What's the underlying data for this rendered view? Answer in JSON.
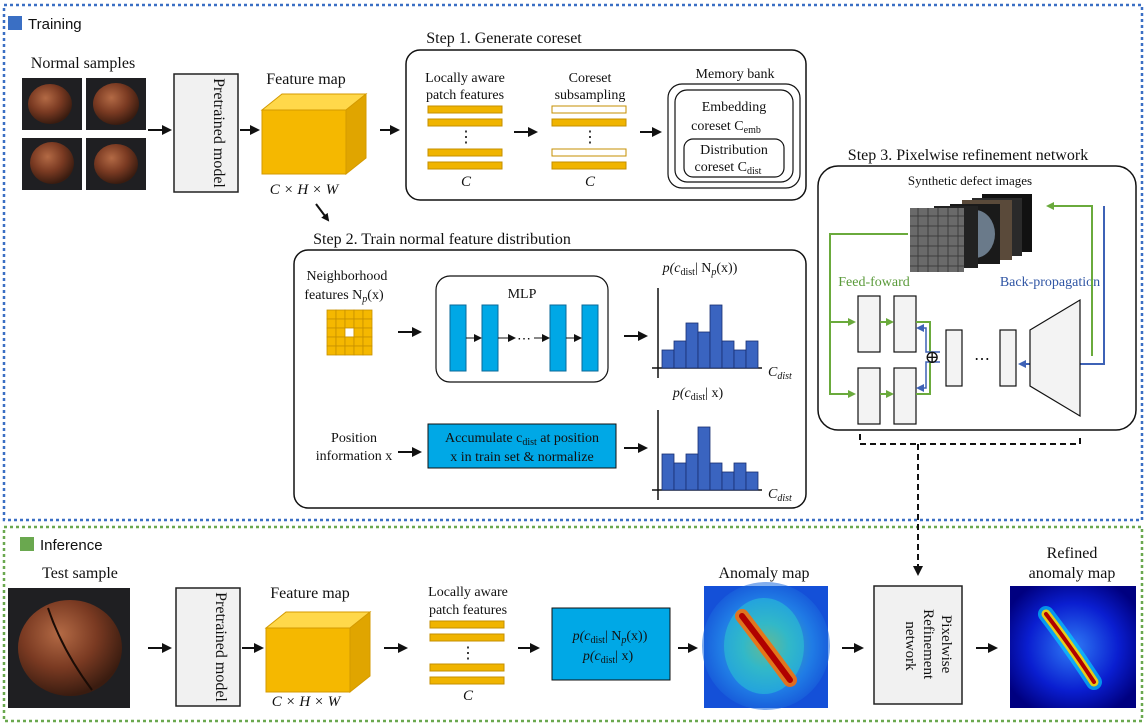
{
  "sections": {
    "training": {
      "label": "Training",
      "color": "#3a6fc4"
    },
    "inference": {
      "label": "Inference",
      "color": "#6aa84f"
    }
  },
  "training": {
    "normal_samples_label": "Normal samples",
    "pretrained_model_label": "Pretrained model",
    "feature_map_label": "Feature map",
    "feature_dims_label": "C × H × W",
    "step1": {
      "title": "Step 1. Generate coreset",
      "patch_features_label": [
        "Locally aware",
        "patch features"
      ],
      "coreset_label": [
        "Coreset",
        "subsampling"
      ],
      "c_label": "C",
      "memory_bank_label": "Memory bank",
      "embedding_coreset_label": [
        "Embedding",
        "coreset C"
      ],
      "embedding_sub": "emb",
      "distribution_coreset_label": [
        "Distribution",
        "coreset C"
      ],
      "distribution_sub": "dist",
      "vdots": "⋮"
    },
    "step2": {
      "title": "Step 2. Train normal feature distribution",
      "neighborhood_label": [
        "Neighborhood",
        "features N"
      ],
      "np_sub": "p",
      "np_arg": "(x)",
      "mlp_label": "MLP",
      "hist1_title": "p(c",
      "hist1_title_sub": "dist",
      "hist1_title_rest": "| N",
      "hist1_title_end": "(x))",
      "hist2_title": "p(c",
      "hist2_title_sub": "dist",
      "hist2_title_rest": "| x)",
      "axis_label": "C",
      "axis_sub": "dist",
      "position_label": [
        "Position",
        "information x"
      ],
      "accumulate_line1": "Accumulate c",
      "accumulate_line1_sub": "dist",
      "accumulate_line1_rest": " at position",
      "accumulate_line2": "x in train set & normalize",
      "dots": "⋯"
    },
    "step3": {
      "title": "Step 3. Pixelwise refinement network",
      "synthetic_label": "Synthetic defect images",
      "feed_forward_label": "Feed-foward",
      "back_propagation_label": "Back-propagation",
      "plus_symbol": "⊕",
      "dots": "⋯"
    }
  },
  "inference": {
    "test_sample_label": "Test sample",
    "pretrained_model_label": "Pretrained model",
    "feature_map_label": "Feature map",
    "feature_dims_label": "C × H × W",
    "patch_features_label": [
      "Locally aware",
      "patch features"
    ],
    "c_label": "C",
    "prob_line1": "p(c",
    "prob_line1_sub": "dist",
    "prob_line1_rest": "| N",
    "prob_line1_end": "(x))",
    "prob_line2": "p(c",
    "prob_line2_sub": "dist",
    "prob_line2_rest": "| x)",
    "anomaly_map_label": "Anomaly map",
    "refinement_label": [
      "Pixelwise",
      "Refinement",
      "network"
    ],
    "refined_label": [
      "Refined",
      "anomaly map"
    ],
    "vdots": "⋮"
  },
  "colors": {
    "feature_yellow": "#f5b800",
    "patch_yellow": "#f0b400",
    "mlp_blue": "#00a8e6",
    "hist_blue": "#3a64c0",
    "training_border": "#3a6fc4",
    "inference_border": "#6aa84f",
    "feed_forward_green": "#6aaa3c",
    "back_prop_blue": "#3e62b6"
  },
  "histograms": {
    "hist1": [
      2,
      3,
      5,
      4,
      7,
      3,
      2,
      3
    ],
    "hist2": [
      4,
      3,
      4,
      7,
      3,
      2,
      3,
      2
    ]
  }
}
